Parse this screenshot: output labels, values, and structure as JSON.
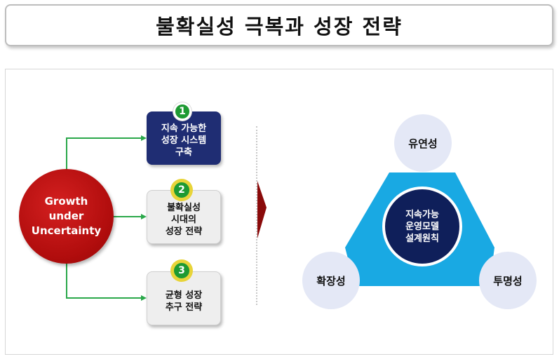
{
  "title": "불확실성 극복과 성장 전략",
  "left": {
    "source": {
      "lines": [
        "Growth",
        "under",
        "Uncertainty"
      ]
    },
    "steps": [
      {
        "number": "1",
        "lines": [
          "지속 가능한",
          "성장 시스템",
          "구축"
        ]
      },
      {
        "number": "2",
        "lines": [
          "불확실성",
          "시대의",
          "성장 전략"
        ]
      },
      {
        "number": "3",
        "lines": [
          "균형 성장",
          "추구 전략"
        ]
      }
    ]
  },
  "right": {
    "center": {
      "lines": [
        "지속가능",
        "운영모델",
        "설계원칙"
      ]
    },
    "principles": {
      "top": "유연성",
      "left": "확장성",
      "right": "투명성"
    }
  },
  "colors": {
    "source_red": "#b10d0d",
    "step1_navy": "#1f2d73",
    "step_grey": "#eeeeee",
    "badge_green": "#1e9a33",
    "badge_ring_yellow": "#e8d43a",
    "connector_green": "#2aa84a",
    "triangle_blue": "#19a9e3",
    "arrow_red": "#8a0a0a",
    "center_navy": "#0f1f5a",
    "principle_fill": "#e4e8f6"
  }
}
